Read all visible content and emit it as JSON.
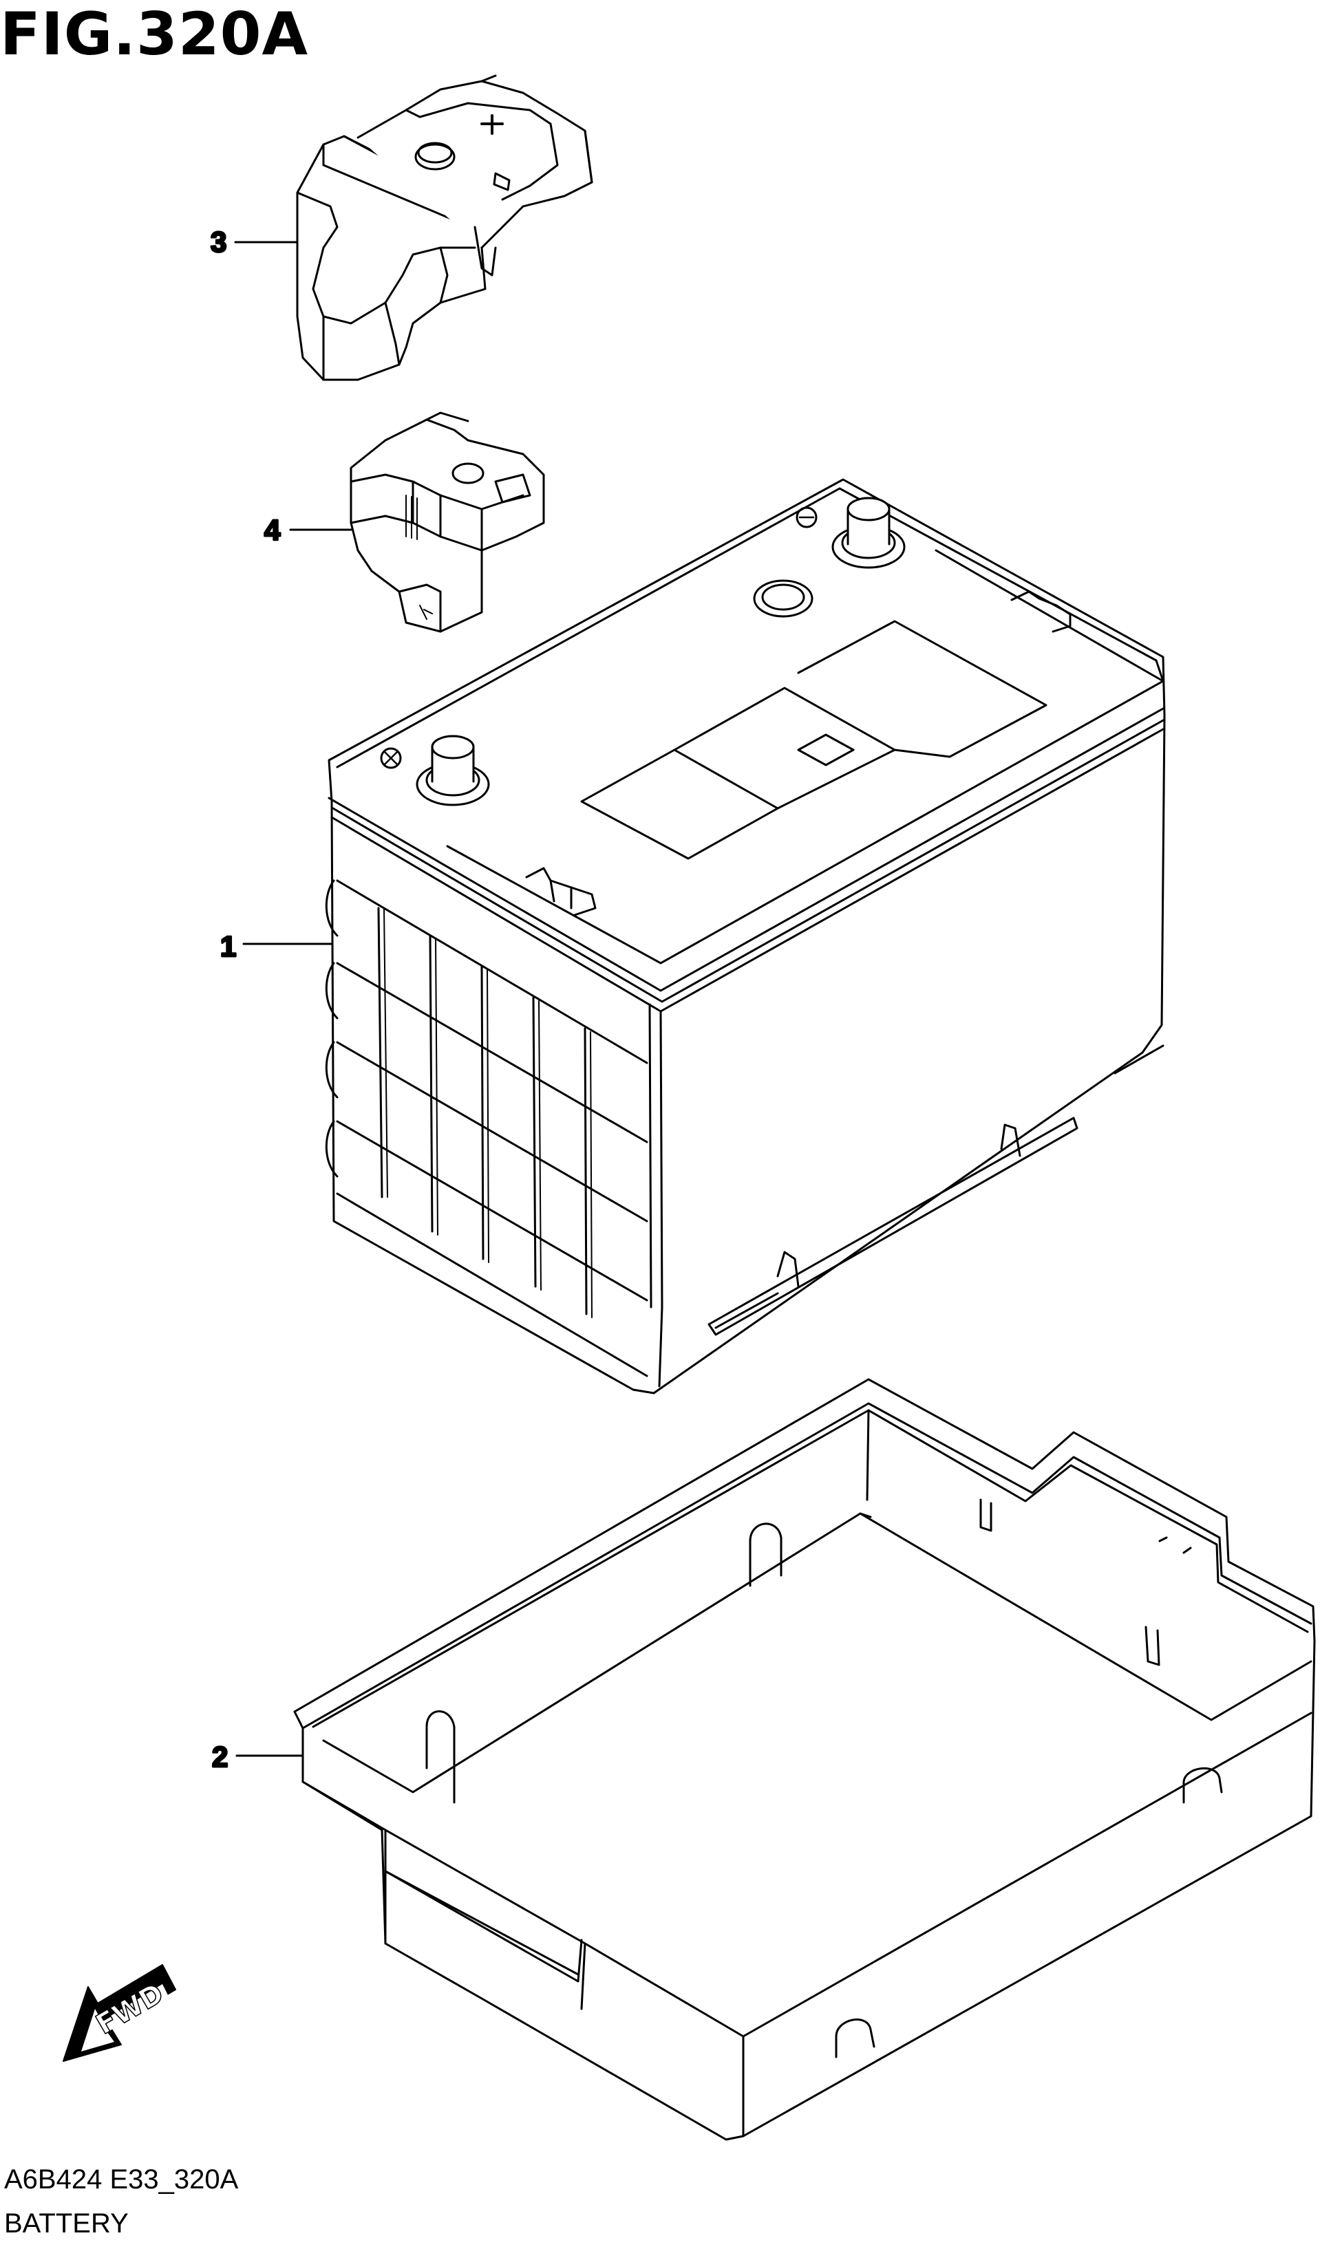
{
  "figure": {
    "title": "FIG.320A"
  },
  "footer": {
    "code": "A6B424 E33_320A",
    "name": "BATTERY"
  },
  "callouts": [
    {
      "number": "3",
      "part": "terminal-cover"
    },
    {
      "number": "4",
      "part": "terminal-clamp"
    },
    {
      "number": "1",
      "part": "battery"
    },
    {
      "number": "2",
      "part": "battery-tray"
    }
  ],
  "direction": {
    "label": "FWD"
  },
  "battery": {
    "positive_symbol": "+",
    "negative_symbol": "−"
  }
}
